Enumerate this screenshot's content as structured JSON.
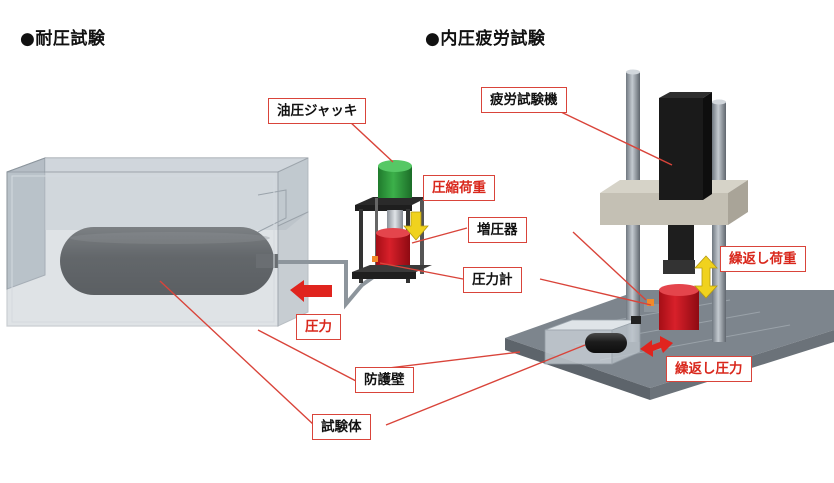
{
  "headings": {
    "pressure_test": "●耐圧試験",
    "fatigue_test": "●内圧疲労試験"
  },
  "labels": {
    "hydraulic_jack": "油圧ジャッキ",
    "compressive_load": "圧縮荷重",
    "intensifier": "増圧器",
    "pressure_gauge": "圧力計",
    "pressure": "圧力",
    "protective_wall": "防護壁",
    "specimen": "試験体",
    "fatigue_machine": "疲労試験機",
    "cyclic_load": "繰返し荷重",
    "cyclic_pressure": "繰返し圧力"
  },
  "colors": {
    "accent_red": "#d9271c",
    "box_border": "#d9443a",
    "arrow_yellow": "#f0d21e",
    "cylinder_red": "#c8141e",
    "jack_green": "#2e9b3c"
  }
}
